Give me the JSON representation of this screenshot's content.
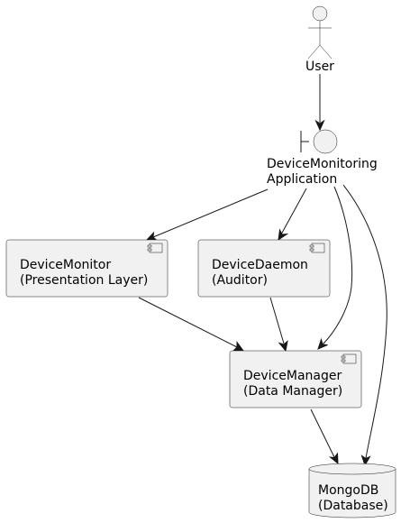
{
  "diagram": {
    "type": "component-diagram",
    "colors": {
      "background": "#FFFFFF",
      "node_fill": "#F1F1F1",
      "stroke": "#181818",
      "text": "#000000"
    },
    "nodes": [
      {
        "id": "user",
        "kind": "actor",
        "icon": "actor-icon",
        "lines": [
          "User"
        ]
      },
      {
        "id": "app",
        "kind": "boundary",
        "icon": "boundary-icon",
        "lines": [
          "DeviceMonitoring",
          "Application"
        ]
      },
      {
        "id": "monitor",
        "kind": "component",
        "icon": "component-icon",
        "lines": [
          "DeviceMonitor",
          "(Presentation Layer)"
        ]
      },
      {
        "id": "daemon",
        "kind": "component",
        "icon": "component-icon",
        "lines": [
          "DeviceDaemon",
          "(Auditor)"
        ]
      },
      {
        "id": "manager",
        "kind": "component",
        "icon": "component-icon",
        "lines": [
          "DeviceManager",
          "(Data Manager)"
        ]
      },
      {
        "id": "mongodb",
        "kind": "database",
        "icon": "database-icon",
        "lines": [
          "MongoDB",
          "(Database)"
        ]
      }
    ],
    "edges": [
      {
        "from": "user",
        "to": "app"
      },
      {
        "from": "app",
        "to": "monitor"
      },
      {
        "from": "app",
        "to": "daemon"
      },
      {
        "from": "app",
        "to": "manager"
      },
      {
        "from": "app",
        "to": "mongodb"
      },
      {
        "from": "monitor",
        "to": "manager"
      },
      {
        "from": "daemon",
        "to": "manager"
      },
      {
        "from": "manager",
        "to": "mongodb"
      }
    ]
  }
}
